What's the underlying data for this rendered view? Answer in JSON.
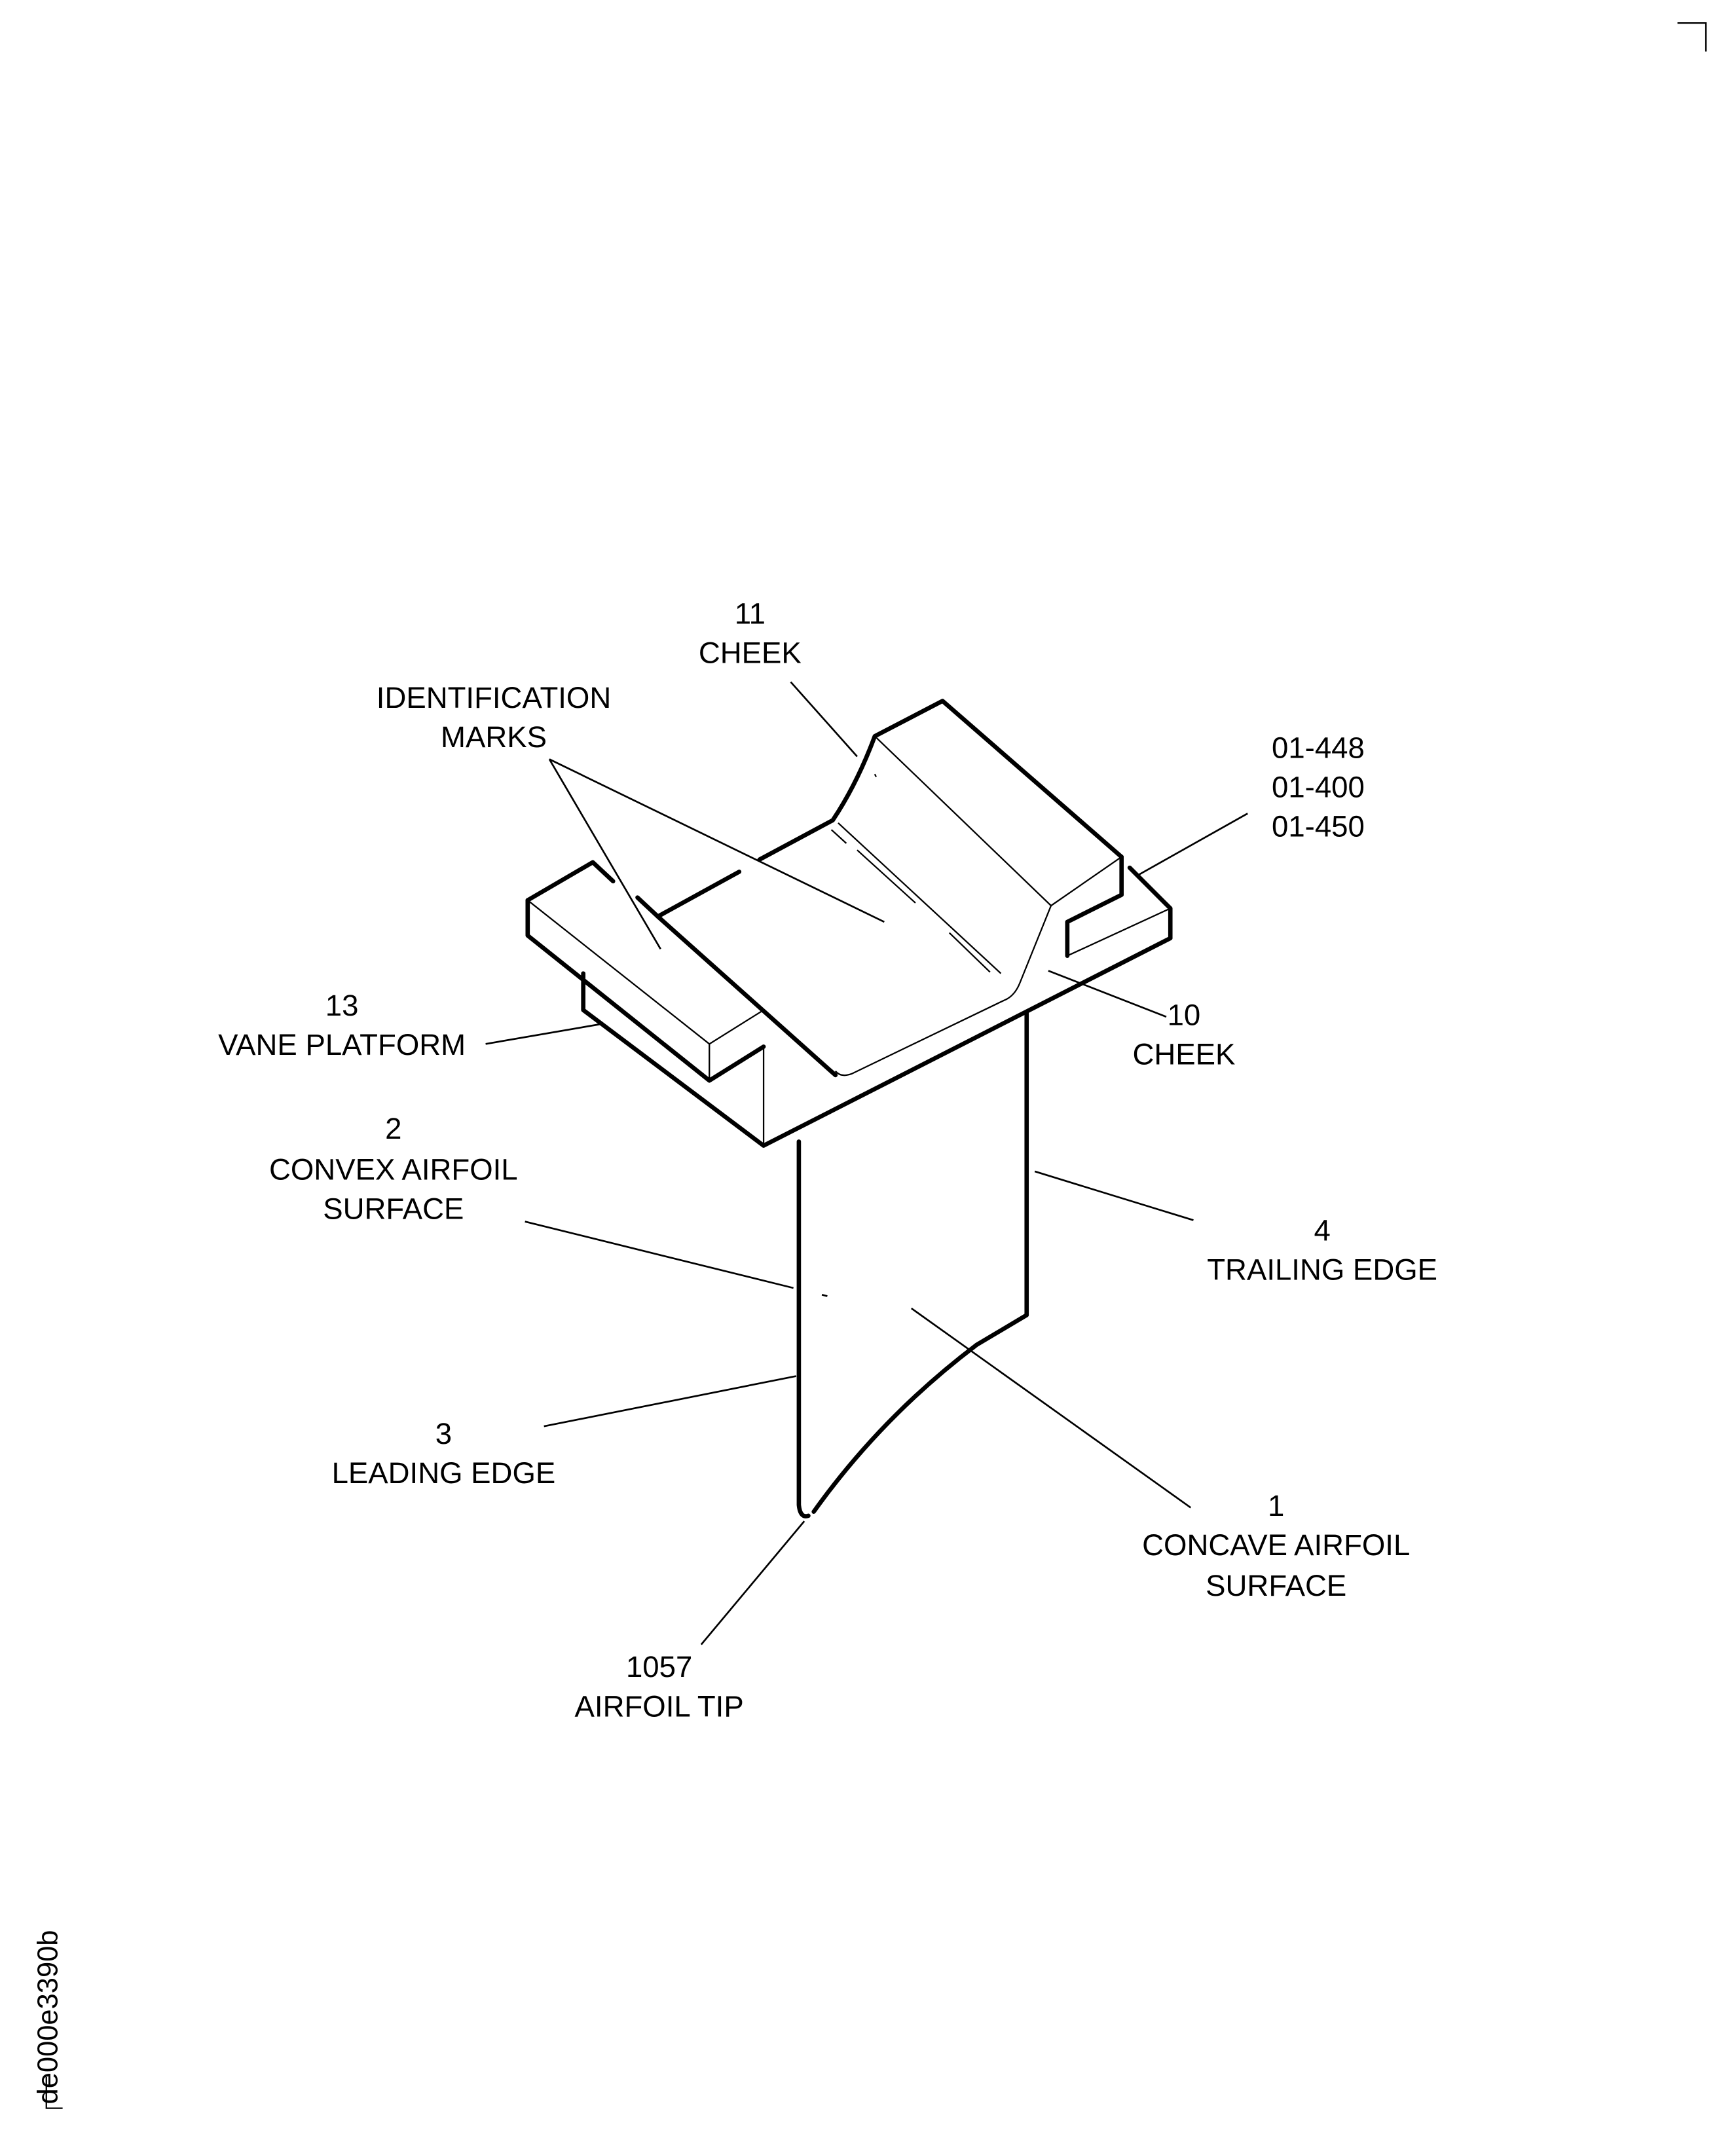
{
  "drawing_id": "de000e3390b",
  "callouts": {
    "cheek_11": {
      "number": "11",
      "name": "CHEEK"
    },
    "identification_marks": {
      "line1": "IDENTIFICATION",
      "line2": "MARKS"
    },
    "figure_refs": {
      "line1": "01-448",
      "line2": "01-400",
      "line3": "01-450"
    },
    "vane_platform": {
      "number": "13",
      "name": "VANE PLATFORM"
    },
    "cheek_10": {
      "number": "10",
      "name": "CHEEK"
    },
    "convex_surface": {
      "number": "2",
      "line1": "CONVEX AIRFOIL",
      "line2": "SURFACE"
    },
    "trailing_edge": {
      "number": "4",
      "name": "TRAILING EDGE"
    },
    "leading_edge": {
      "number": "3",
      "name": "LEADING EDGE"
    },
    "concave_surface": {
      "number": "1",
      "line1": "CONCAVE AIRFOIL",
      "line2": "SURFACE"
    },
    "airfoil_tip": {
      "number": "1057",
      "name": "AIRFOIL TIP"
    }
  }
}
